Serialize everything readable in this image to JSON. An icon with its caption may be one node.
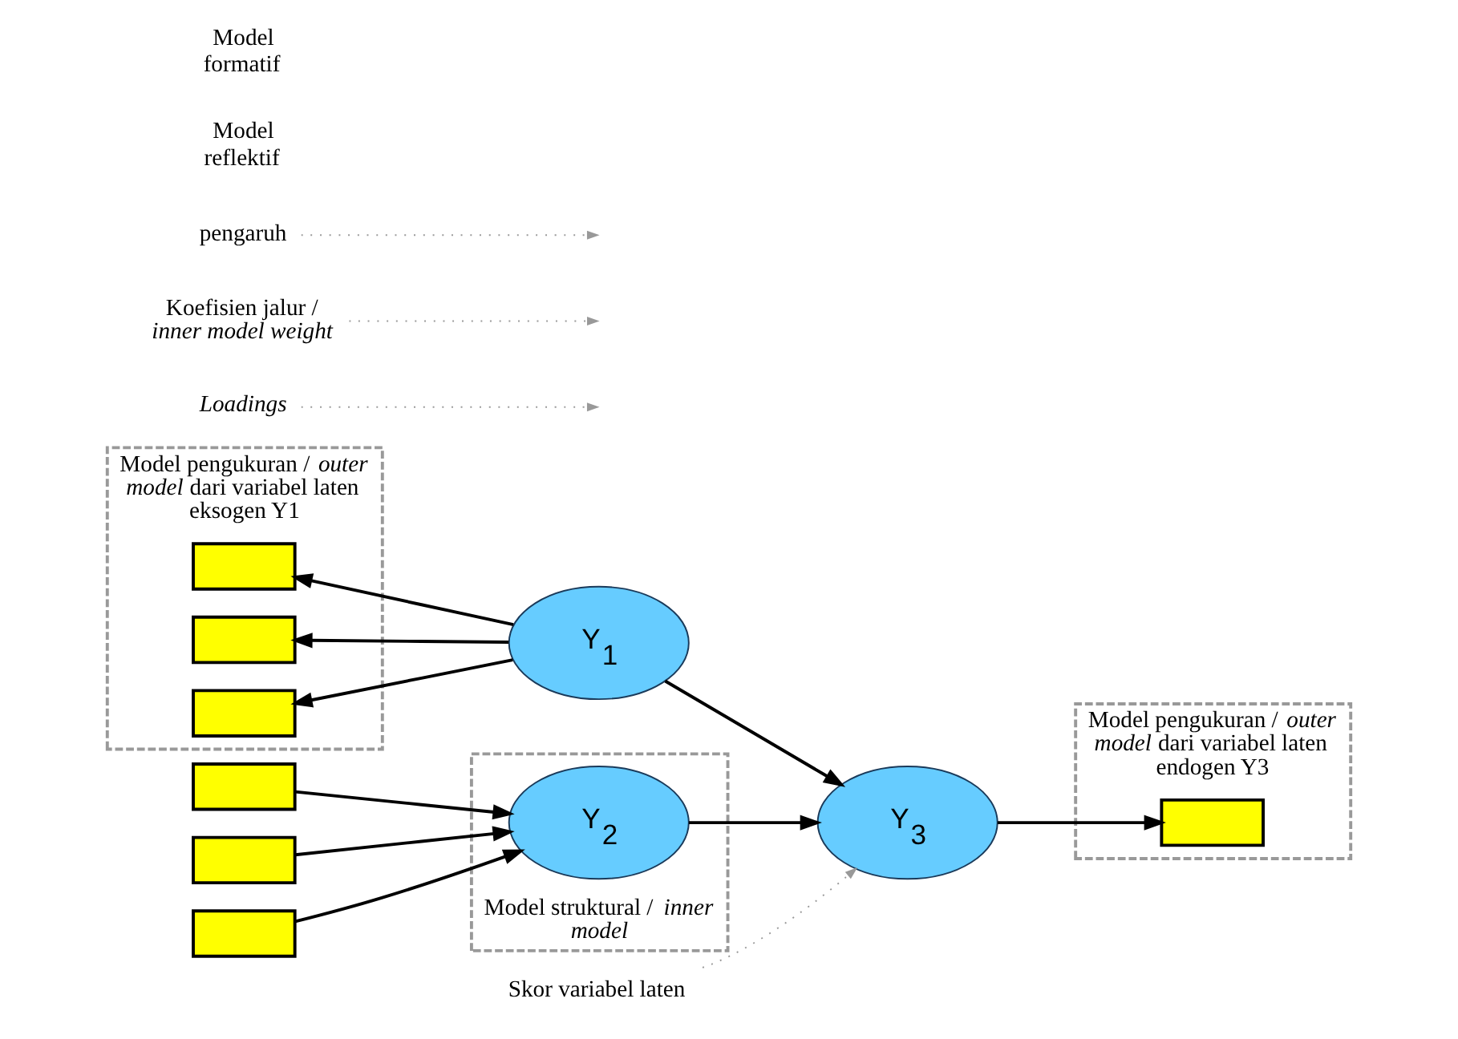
{
  "diagram": {
    "nodes": [
      {
        "text": [
          "Model pengukuran / *outer model* dari variabel laten eksogen Y1"
        ]
      },
      {
        "text": [],
        "shape": "box",
        "in": 0
      },
      {
        "text": [],
        "shape": "box",
        "in": 0
      },
      {
        "text": [],
        "shape": "box",
        "in": 0
      },
      {
        "text": [
          "Model struktural / *inner model*"
        ]
      },
      {
        "text": [
          "Y$_{1}$"
        ]
      },
      {
        "text": [
          "Y$_{2}$"
        ],
        "in": 4
      },
      {
        "text": [
          "Model pengukuran / *outer model* dari variabel laten endogen Y3"
        ]
      },
      {
        "text": [
          "Y$_{3}$"
        ]
      },
      {
        "text": [],
        "shape": "box",
        "in": 7
      },
      {
        "text": [],
        "shape": "box"
      },
      {
        "text": [],
        "shape": "box"
      },
      {
        "text": [],
        "shape": "box"
      },
      {
        "text": [
          "Loadings"
        ]
      },
      {
        "text": [
          "Koefisien jalur / *inner model weight*"
        ]
      },
      {
        "text": [
          "pengaruh"
        ]
      },
      {
        "text": [
          "Skor variabel laten"
        ]
      }
    ],
    "edges": [
      {
        "from": 5,
        "to": 1,
        "arrow": "to"
      },
      {
        "from": 5,
        "to": 2,
        "arrow": "to"
      },
      {
        "from": 5,
        "to": 3,
        "arrow": "to"
      },
      {
        "from": 10,
        "to": 6,
        "arrow": "to"
      },
      {
        "from": 11,
        "to": 6,
        "arrow": "to"
      },
      {
        "from": 12,
        "to": 6,
        "arrow": "to"
      },
      {
        "from": 5,
        "to": 8,
        "arrow": "to"
      },
      {
        "from": 6,
        "to": 8,
        "arrow": "to"
      },
      {
        "from": 8,
        "to": 9,
        "arrow": "to"
      },
      {
        "from": 13,
        "to": null,
        "arrow": "to",
        "style": "dashed",
        "color": "#999999"
      },
      {
        "from": 14,
        "to": null,
        "arrow": "to",
        "style": "dashed",
        "color": "#999999"
      },
      {
        "from": 15,
        "to": null,
        "arrow": "to",
        "style": "dashed",
        "color": "#999999"
      },
      {
        "from": 16,
        "to": 8,
        "arrow": "to",
        "style": "dashed",
        "color": "#999999"
      }
    ],
    "labels": [
      "Model reflektif",
      "Model formatif"
    ]
  }
}
